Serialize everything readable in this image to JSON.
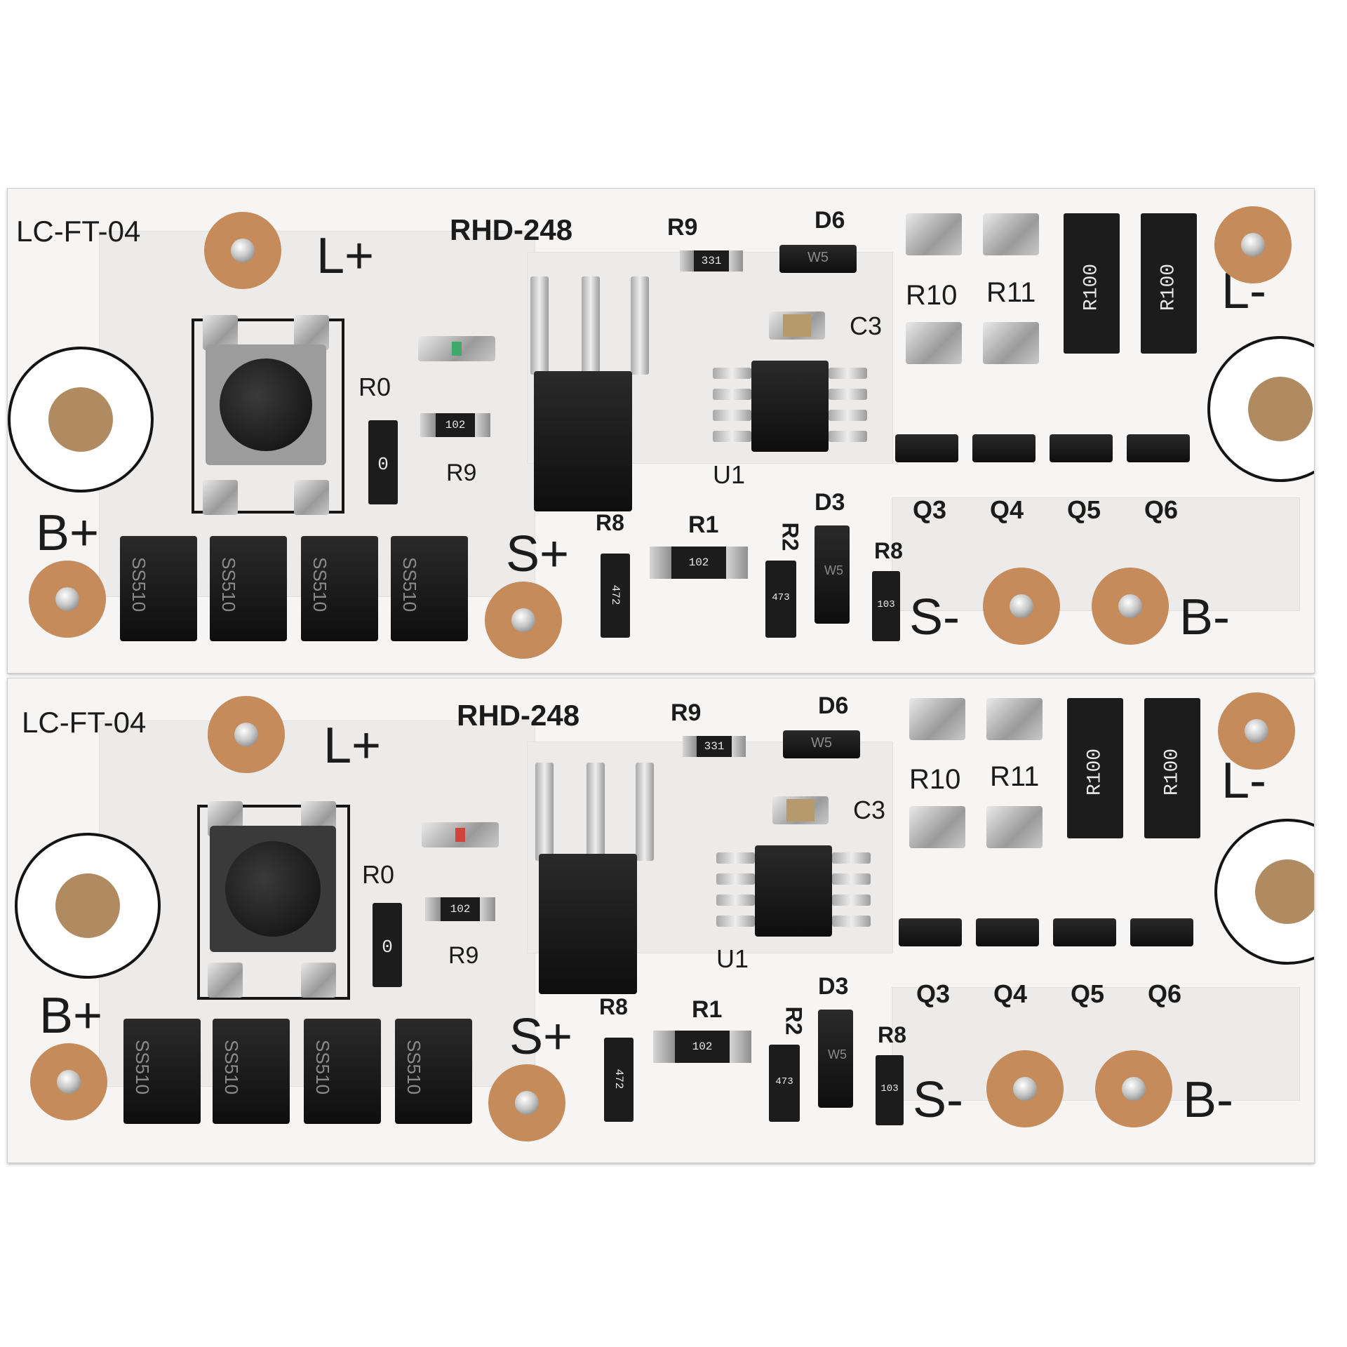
{
  "boards": [
    {
      "board_code": "LC-FT-04",
      "model": "RHD-248",
      "terminals": {
        "l_plus": "L+",
        "l_minus": "L-",
        "b_plus": "B+",
        "b_minus": "B-",
        "s_plus": "S+",
        "s_minus": "S-"
      },
      "designators": {
        "r9_top": "R9",
        "d6": "D6",
        "c3": "C3",
        "r0": "R0",
        "r9_mid": "R9",
        "r10": "R10",
        "r11": "R11",
        "u1": "U1",
        "r8": "R8",
        "r1": "R1",
        "r2": "R2",
        "d3": "D3",
        "r8b": "R8",
        "q3": "Q3",
        "q4": "Q4",
        "q5": "Q5",
        "q6": "Q6"
      },
      "markings": {
        "r9_code": "331",
        "d6_code": "W5",
        "r9b_code": "102",
        "r0_code": "0",
        "r1_code": "102",
        "r8_code": "472",
        "r2_code": "473",
        "d3_code": "W5",
        "r8b_code": "103",
        "shunt1": "R100",
        "shunt2": "R100",
        "diode": "SS510"
      }
    },
    {
      "board_code": "LC-FT-04",
      "model": "RHD-248",
      "terminals": {
        "l_plus": "L+",
        "l_minus": "L-",
        "b_plus": "B+",
        "b_minus": "B-",
        "s_plus": "S+",
        "s_minus": "S-"
      },
      "designators": {
        "r9_top": "R9",
        "d6": "D6",
        "c3": "C3",
        "r0": "R0",
        "r9_mid": "R9",
        "r10": "R10",
        "r11": "R11",
        "u1": "U1",
        "r8": "R8",
        "r1": "R1",
        "r2": "R2",
        "d3": "D3",
        "r8b": "R8",
        "q3": "Q3",
        "q4": "Q4",
        "q5": "Q5",
        "q6": "Q6"
      },
      "markings": {
        "r9_code": "331",
        "d6_code": "W5",
        "r9b_code": "102",
        "r0_code": "0",
        "r1_code": "102",
        "r8_code": "472",
        "r2_code": "473",
        "d3_code": "W5",
        "r8b_code": "103",
        "shunt1": "R100",
        "shunt2": "R100",
        "diode": "SS510"
      }
    }
  ],
  "colors": {
    "board": "#f6f5f4",
    "copper": "#c58b5b",
    "silkscreen": "#1b1b1b",
    "component": "#111111"
  }
}
